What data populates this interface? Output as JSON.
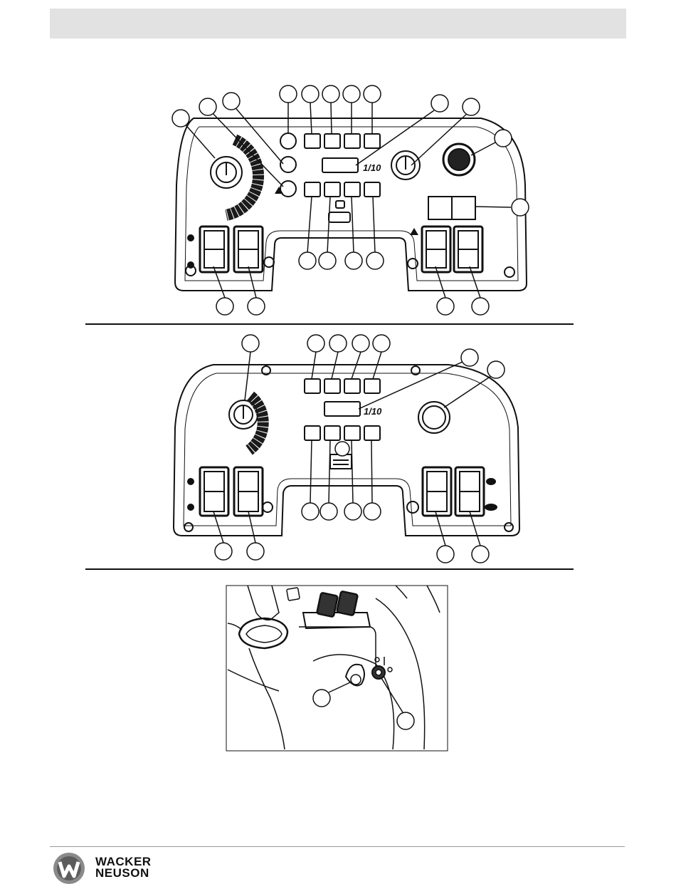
{
  "brand": {
    "line1": "WACKER",
    "line2": "NEUSON",
    "logo_icon": "wacker-neuson-w-logo-icon"
  },
  "panel_a": {
    "display_suffix": "1/10"
  },
  "panel_b": {
    "display_suffix": "1/10"
  },
  "colors": {
    "header": "#e2e2e2",
    "ink": "#111111",
    "dial_arc": "#1a1a1a"
  }
}
